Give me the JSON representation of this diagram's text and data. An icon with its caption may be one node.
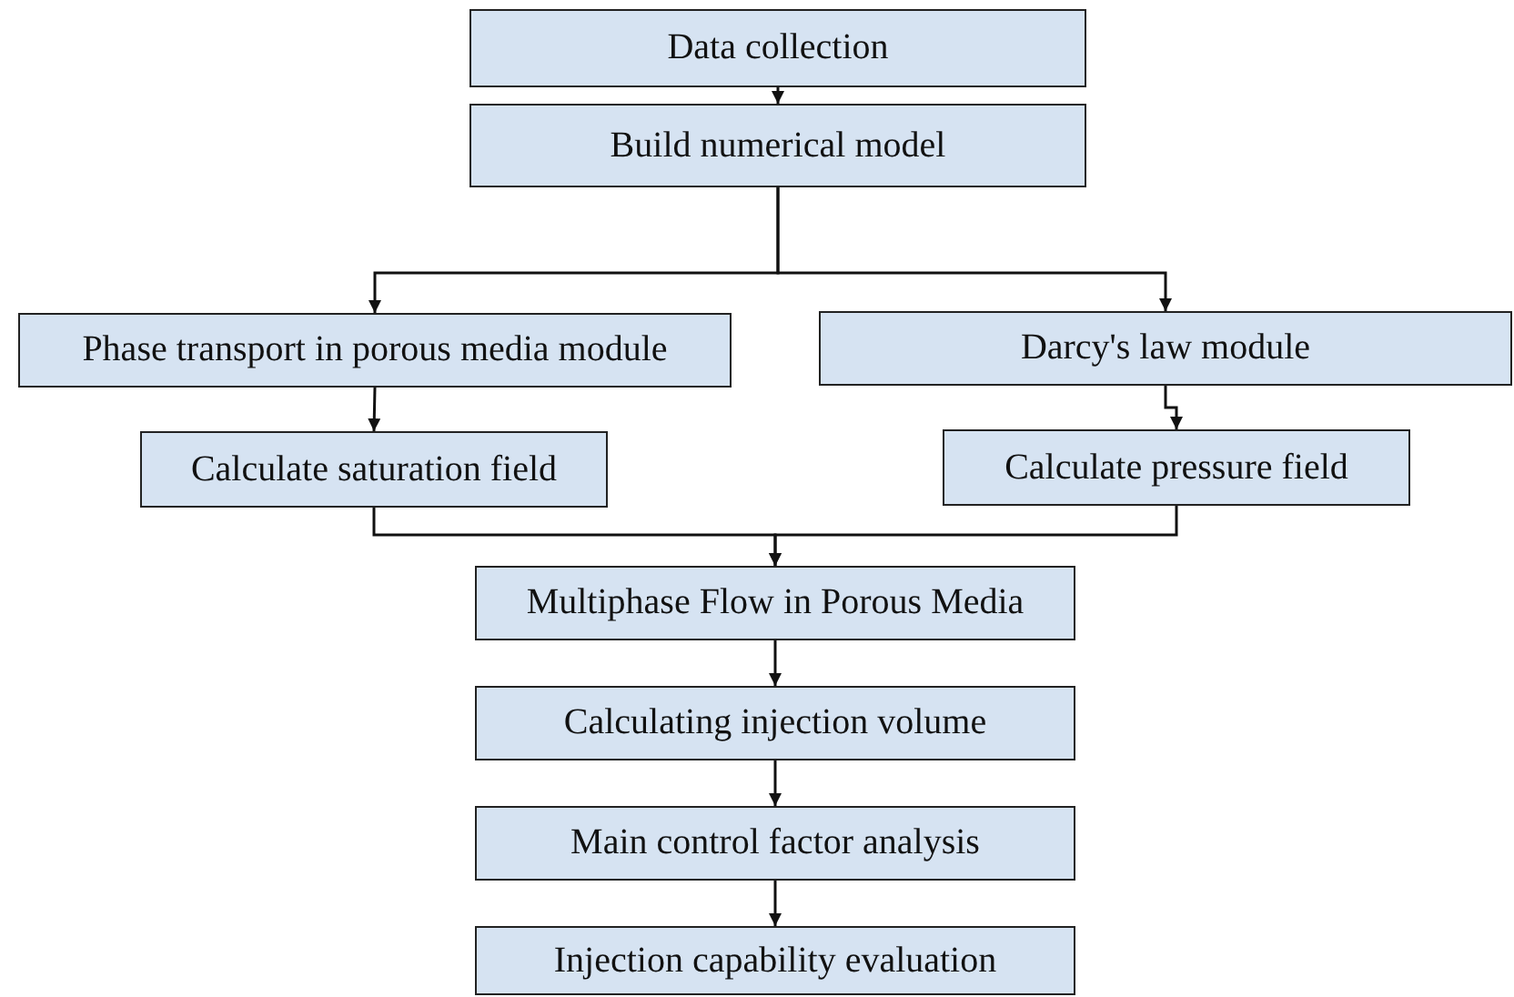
{
  "diagram": {
    "nodes": [
      {
        "text": [
          "Data collection"
        ]
      },
      {
        "text": [
          "Build numerical model"
        ]
      },
      {
        "text": [
          "Phase transport in porous media module"
        ]
      },
      {
        "text": [
          "Darcy's law module"
        ]
      },
      {
        "text": [
          "Calculate saturation field"
        ]
      },
      {
        "text": [
          "Calculate pressure field"
        ]
      },
      {
        "text": [
          "Multiphase Flow in Porous Media"
        ]
      },
      {
        "text": [
          "Calculating injection volume"
        ]
      },
      {
        "text": [
          "Main control factor analysis"
        ]
      },
      {
        "text": [
          "Injection capability evaluation"
        ]
      }
    ],
    "edges": [
      {
        "from": 0,
        "to": 1,
        "arrow": "to"
      },
      {
        "from": 1,
        "to": 2,
        "arrow": "to"
      },
      {
        "from": 1,
        "to": 3,
        "arrow": "to"
      },
      {
        "from": 2,
        "to": 4,
        "arrow": "to"
      },
      {
        "from": 3,
        "to": 5,
        "arrow": "to"
      },
      {
        "from": 4,
        "to": 6,
        "arrow": "to"
      },
      {
        "from": 5,
        "to": 6,
        "arrow": "to"
      },
      {
        "from": 6,
        "to": 7,
        "arrow": "to"
      },
      {
        "from": 7,
        "to": 8,
        "arrow": "to"
      },
      {
        "from": 8,
        "to": 9,
        "arrow": "to"
      }
    ]
  }
}
